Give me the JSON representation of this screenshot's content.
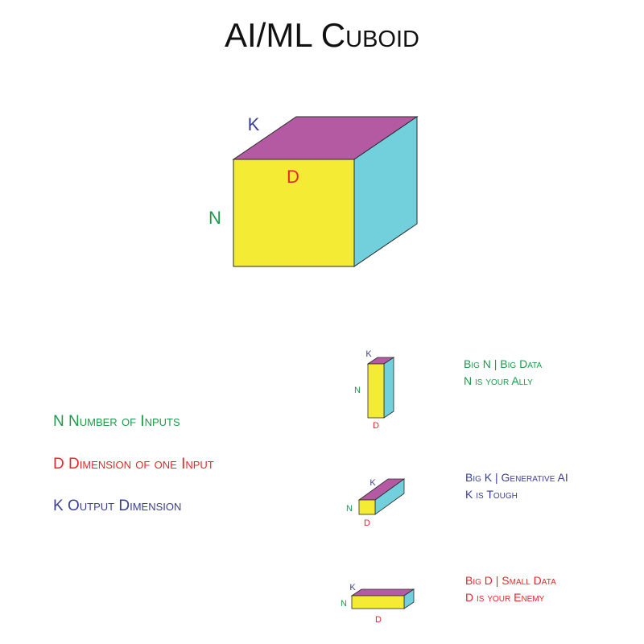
{
  "title": "AI/ML Cuboid",
  "colors": {
    "n": "#1f9a4b",
    "d": "#e8262b",
    "k": "#3a3f93",
    "top": "#b45aa3",
    "front": "#f4ec34",
    "side": "#72cfdc",
    "stroke": "#2a2a2a",
    "title": "#111111"
  },
  "main_cuboid": {
    "n_label": "N",
    "d_label": "D",
    "k_label": "K"
  },
  "legend": [
    {
      "letter": "N",
      "text": "Number of Inputs",
      "color": "#1f9a4b"
    },
    {
      "letter": "D",
      "text": "Dimension of one Input",
      "color": "#e8262b"
    },
    {
      "letter": "K",
      "text": "Output Dimension",
      "color": "#3a3f93"
    }
  ],
  "cases": [
    {
      "n_label": "N",
      "d_label": "D",
      "k_label": "K",
      "line1": "Big N | Big Data",
      "line2": "N is your Ally",
      "color": "#1f9a4b"
    },
    {
      "n_label": "N",
      "d_label": "D",
      "k_label": "K",
      "line1": "Big K | Generative AI",
      "line2": "K is Tough",
      "color": "#3a3f93"
    },
    {
      "n_label": "N",
      "d_label": "D",
      "k_label": "K",
      "line1": "Big D | Small Data",
      "line2": "D is your Enemy",
      "color": "#e8262b"
    }
  ]
}
